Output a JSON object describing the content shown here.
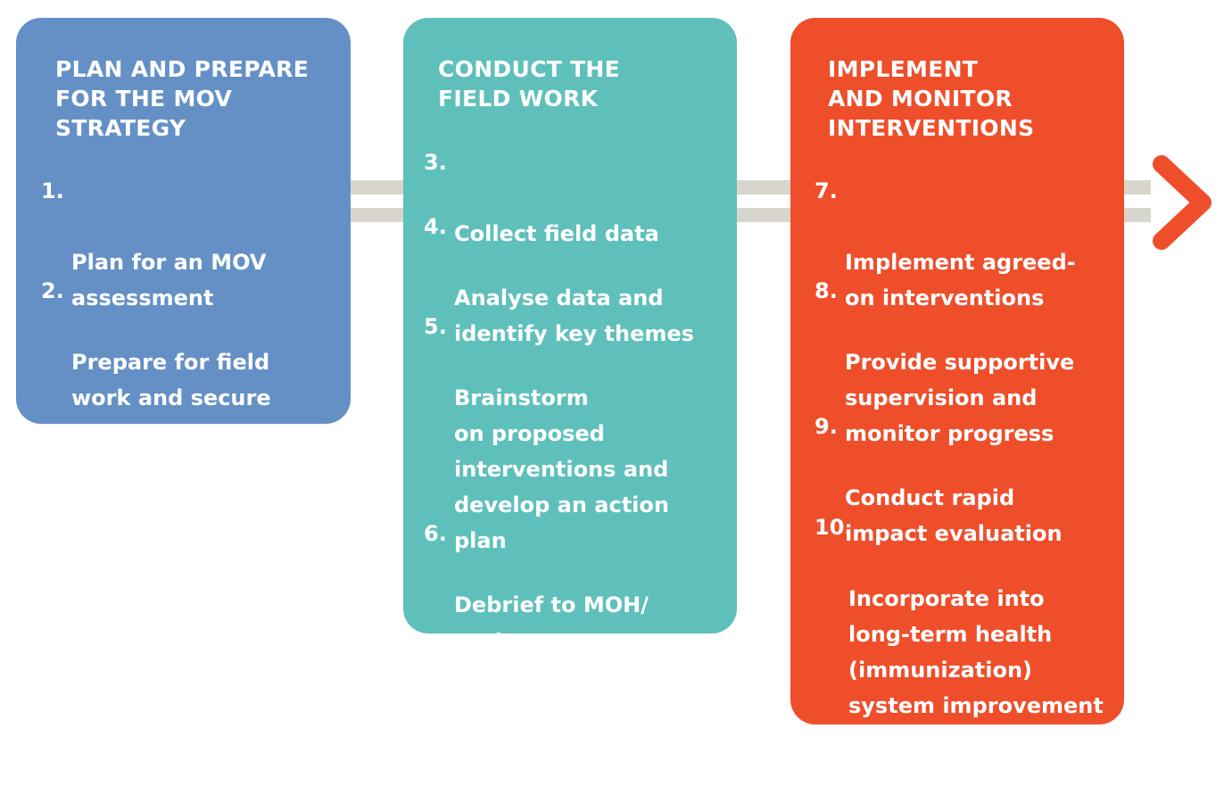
{
  "colors": {
    "phase1": "#6490c6",
    "phase2": "#5fc0bb",
    "phase3": "#ef4e2b",
    "rail": "#d8d5cc",
    "text": "#ffffff"
  },
  "phases": [
    {
      "title": "PLAN AND PREPARE\nFOR THE MOV\nSTRATEGY",
      "steps": [
        {
          "number": "1.",
          "text": "Plan for an MOV\nassessment"
        },
        {
          "number": "2.",
          "text": "Prepare for field\nwork and secure\nfunding"
        }
      ]
    },
    {
      "title": "CONDUCT THE\nFIELD WORK",
      "steps": [
        {
          "number": "3.",
          "text": "Collect field data"
        },
        {
          "number": "4.",
          "text": "Analyse data and\nidentify key themes"
        },
        {
          "number": "5.",
          "text": "Brainstorm\non proposed\ninterventions  and\ndevelop an action\nplan"
        },
        {
          "number": "6.",
          "text": "Debrief to MOH/\npartners"
        }
      ]
    },
    {
      "title": "IMPLEMENT\nAND MONITOR\nINTERVENTIONS",
      "steps": [
        {
          "number": "7.",
          "text": "Implement agreed-\non interventions"
        },
        {
          "number": "8.",
          "text": "Provide supportive\nsupervision and\nmonitor progress"
        },
        {
          "number": "9.",
          "text": "Conduct rapid\nimpact evaluation"
        },
        {
          "number": "10.",
          "text": "Incorporate into\nlong-term  health\n(immunization)\nsystem improvement\nplans"
        }
      ]
    }
  ]
}
